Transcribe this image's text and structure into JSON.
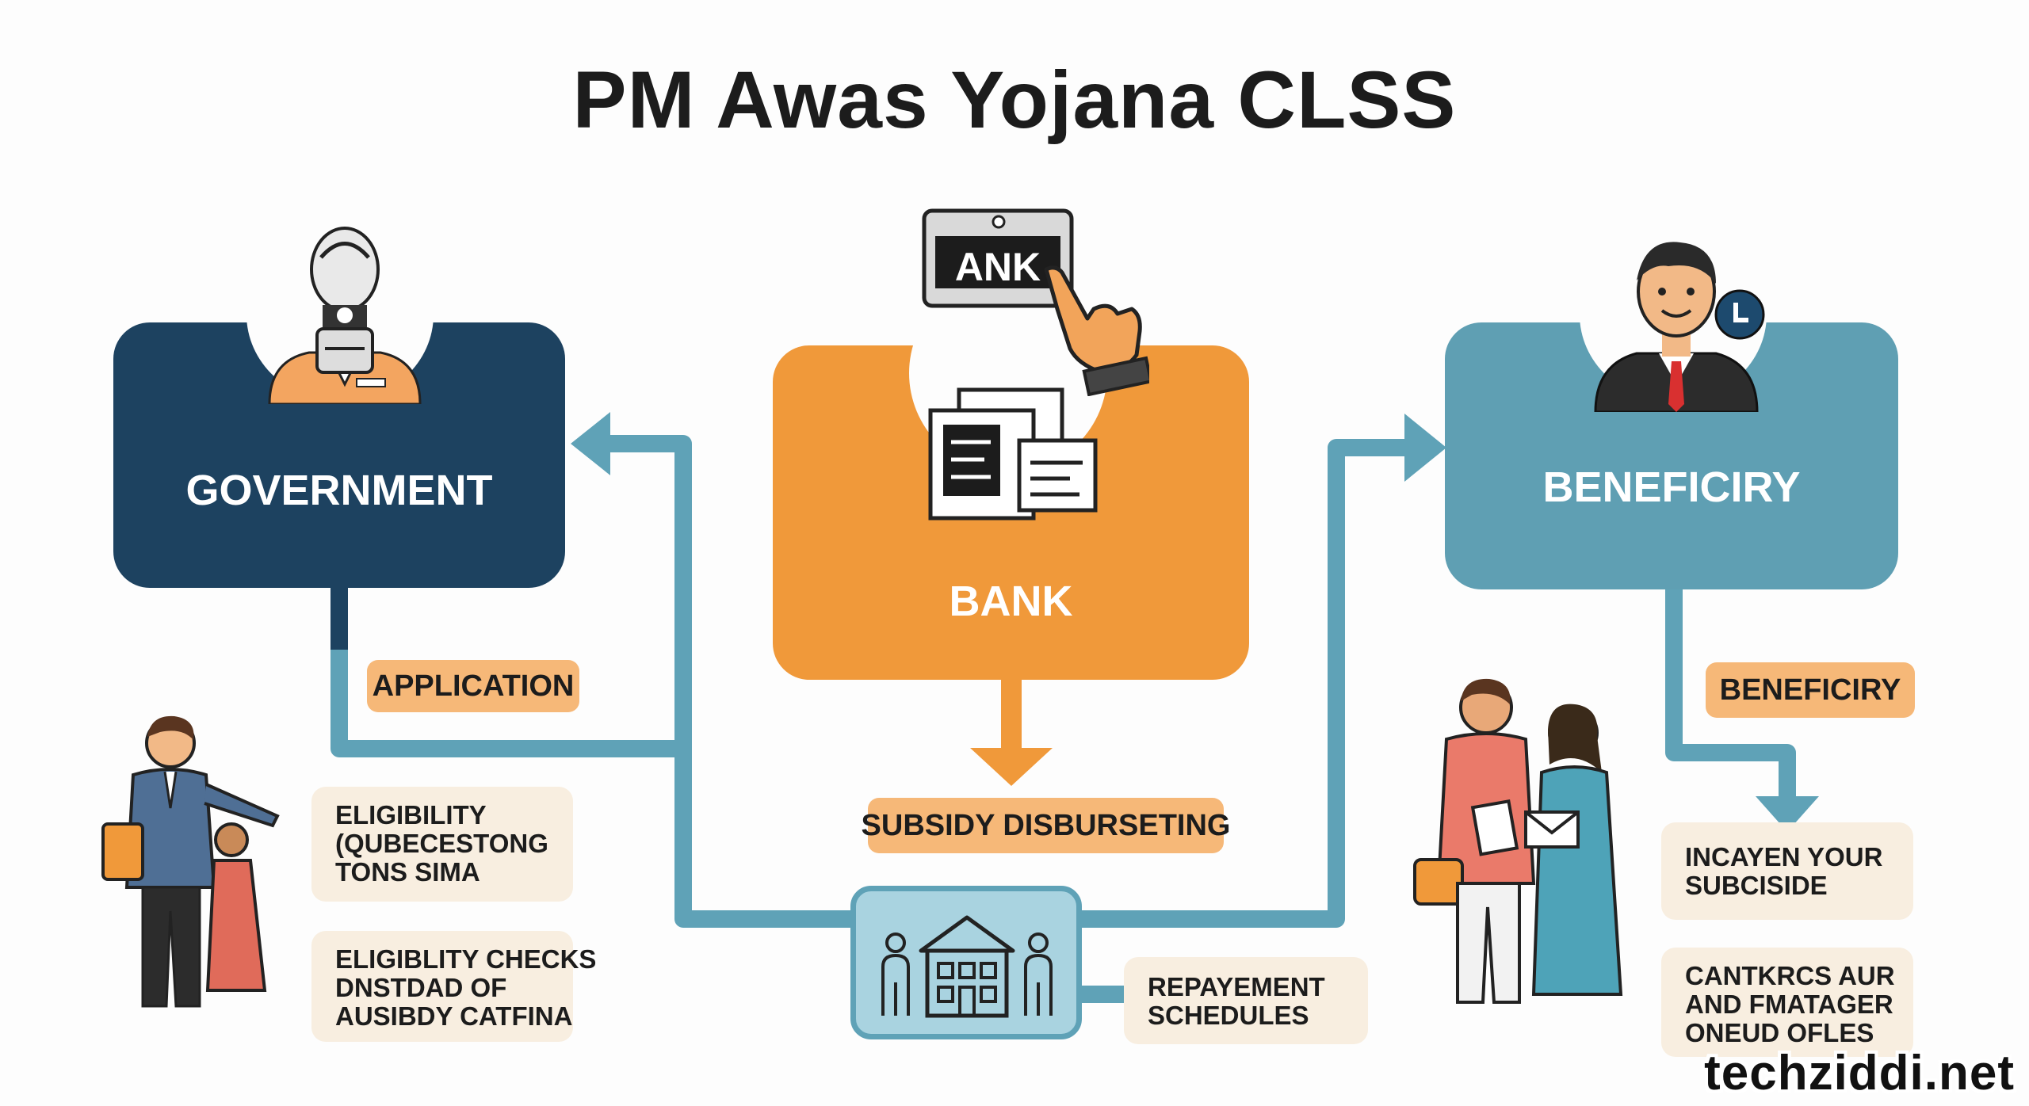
{
  "title": "PM Awas Yojana CLSS",
  "nodes": {
    "government": "GOVERNMENT",
    "bank": "BANK",
    "beneficiary": "BENEFICIRY",
    "bank_screen": "ANK"
  },
  "tags": {
    "application": "APPLICATION",
    "subsidy": "SUBSIDY DISBURSETING",
    "beneficiary": "BENEFICIRY"
  },
  "notes": {
    "left_top": [
      "ELIGIBILITY",
      "(QUBECESTONG",
      "TONS SIMA"
    ],
    "left_bottom": [
      "ELIGIBLITY CHECKS",
      "DNSTDAD OF",
      "AUSIBDY CATFINA"
    ],
    "center": [
      "REPAYEMENT",
      "SCHEDULES"
    ],
    "right_top": [
      "INCAYEN YOUR",
      "SUBCISIDE"
    ],
    "right_bottom": [
      "CANTKRCS AUR",
      "AND FMATAGER",
      "ONEUD OFLES"
    ]
  },
  "watermark": "techziddi.net",
  "colors": {
    "government": "#1d4260",
    "bank": "#f0993a",
    "beneficiary": "#5f9fb3",
    "connector": "#5fa2b7",
    "tag_orange": "#f6b878",
    "note_bg": "#f8eee0"
  },
  "icons": [
    "emblem-icon",
    "official-person-icon",
    "bank-terminal-icon",
    "hand-pointer-icon",
    "documents-icon",
    "businessman-icon",
    "clock-badge-icon",
    "bank-building-icon",
    "father-child-icon",
    "couple-icon"
  ]
}
